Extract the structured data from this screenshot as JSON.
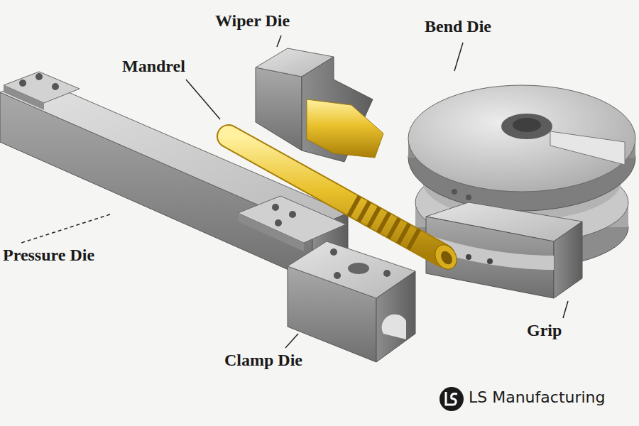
{
  "diagram": {
    "labels": [
      "Wiper Die",
      "Bend Die",
      "Mandrel",
      "Pressure Die",
      "Grip",
      "Clamp Die",
      "LS Manufacturing"
    ]
  }
}
